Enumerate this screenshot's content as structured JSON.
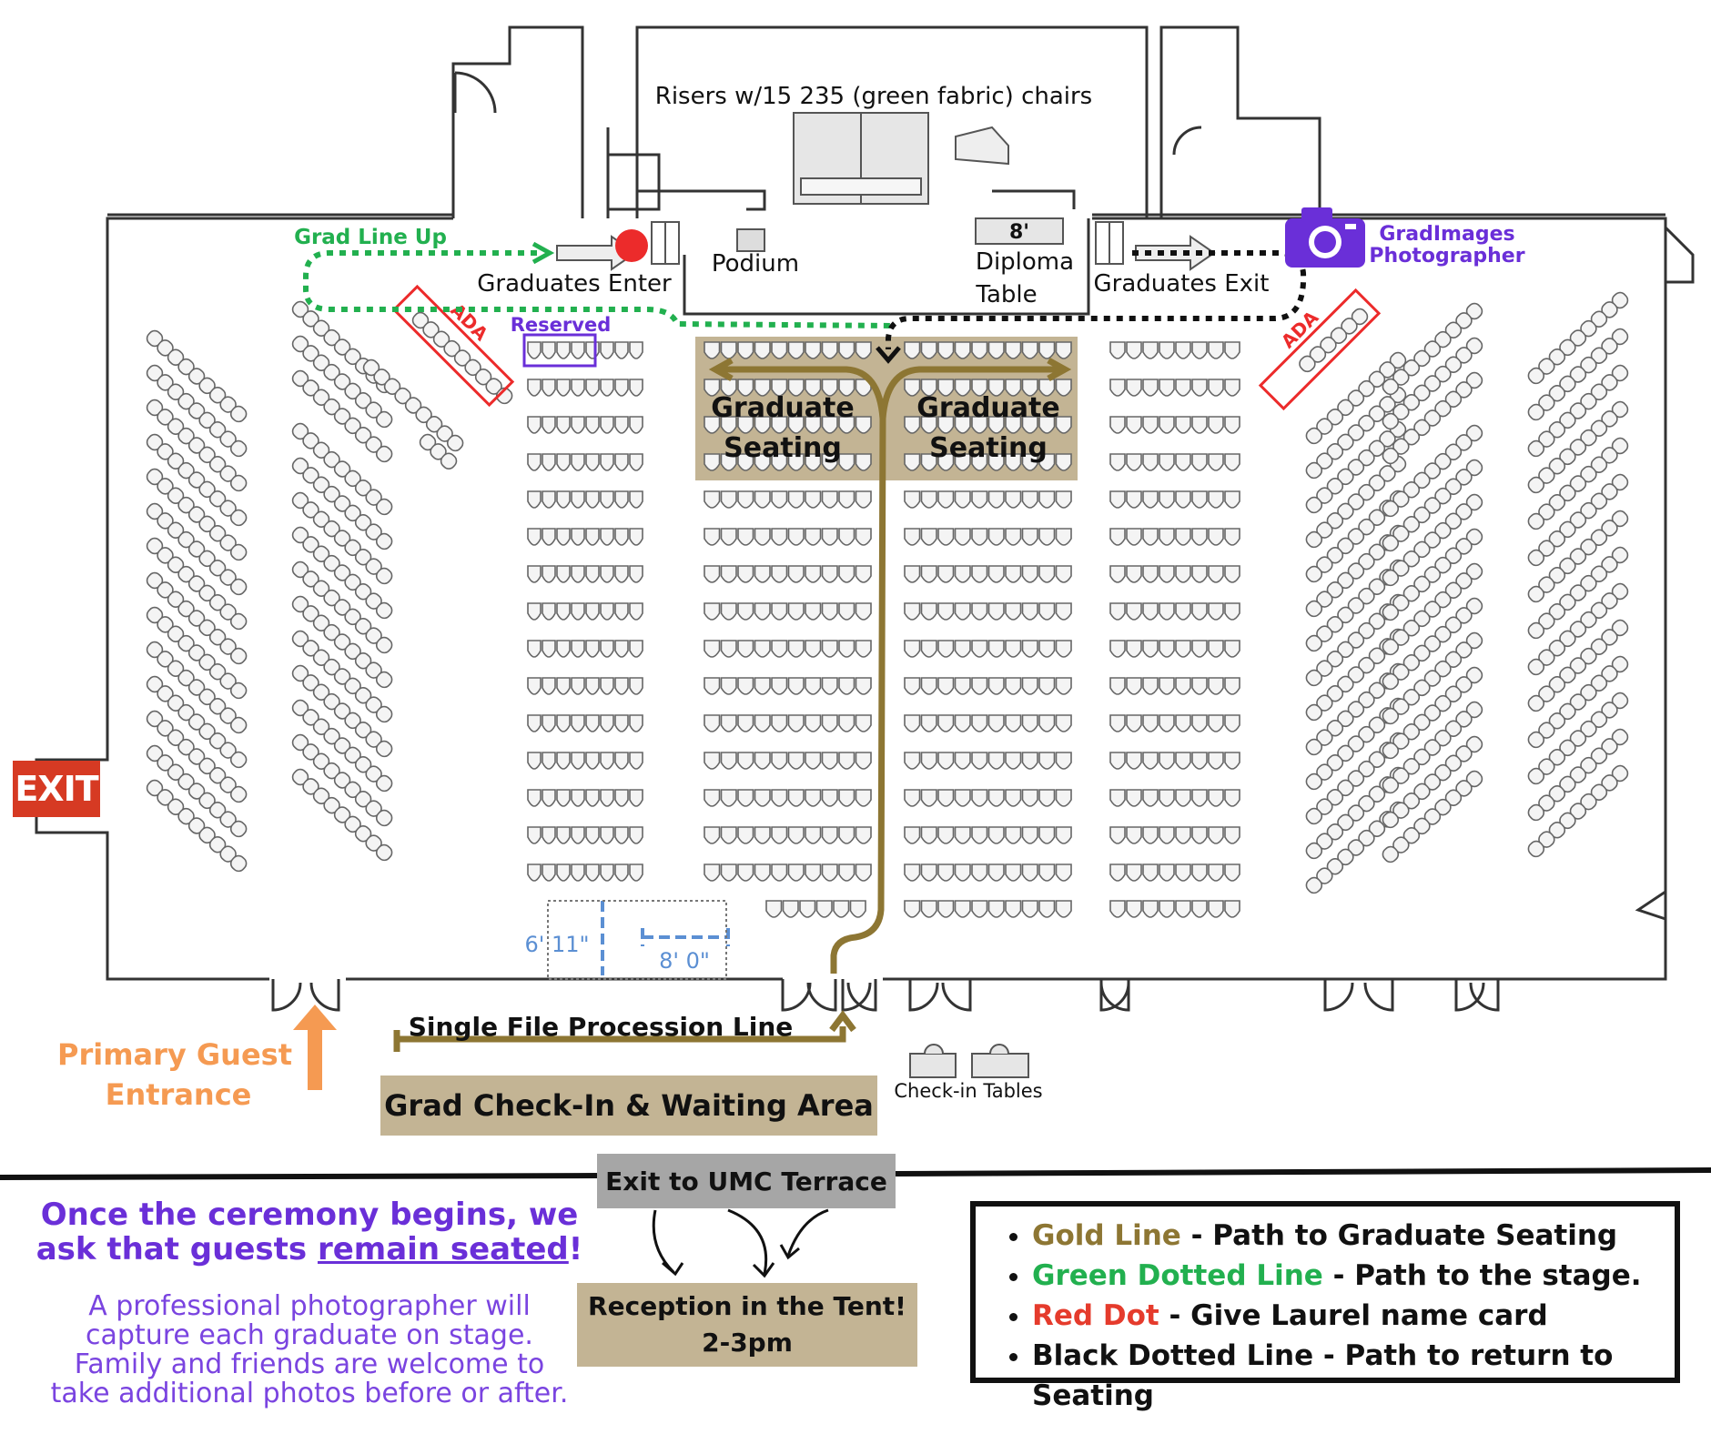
{
  "stage": {
    "risers_label": "Risers w/15 235 (green fabric) chairs",
    "podium_label": "Podium",
    "diploma_size": "8'",
    "diploma_label_1": "Diploma",
    "diploma_label_2": "Table",
    "graduates_enter": "Graduates Enter",
    "graduates_exit": "Graduates Exit"
  },
  "labels": {
    "grad_line_up": "Grad Line Up",
    "photographer_1": "GradImages",
    "photographer_2": "Photographer",
    "reserved": "Reserved",
    "ada": "ADA",
    "graduate_seating_1": "Graduate",
    "graduate_seating_2": "Seating",
    "dim_height": "6' 11\"",
    "dim_width": "8' 0\"",
    "exit": "EXIT",
    "primary_entrance_1": "Primary Guest",
    "primary_entrance_2": "Entrance",
    "procession_line": "Single File Procession Line",
    "check_in_tables": "Check-in Tables",
    "waiting_area": "Grad Check-In & Waiting Area",
    "umc_terrace": "Exit to UMC Terrace",
    "reception_1": "Reception in the Tent!",
    "reception_2": "2-3pm"
  },
  "notice": {
    "line1": "Once the ceremony begins, we",
    "line2_pre": "ask that guests ",
    "line2_u": "remain seated",
    "line2_post": "!",
    "photo_1": "A professional photographer will",
    "photo_2": "capture each graduate on stage.",
    "photo_3": "Family and friends are welcome to",
    "photo_4": "take additional photos before or after."
  },
  "legend": [
    {
      "key": "Gold Line",
      "desc": " - Path to Graduate Seating",
      "color": "#8d7633"
    },
    {
      "key": "Green Dotted Line",
      "desc": " - Path to the stage.",
      "color": "#22b04f"
    },
    {
      "key": "Red Dot",
      "desc": " - Give Laurel name card",
      "color": "#e53b2c"
    },
    {
      "key": "Black Dotted Line",
      "desc": " - Path to return to Seating",
      "color": "#111111"
    }
  ],
  "colors": {
    "gold": "#8d7633",
    "green": "#22b04f",
    "red": "#ec2b2b",
    "purple": "#6a2fd8",
    "orange": "#f59a52",
    "seating_fill": "#c3b494"
  },
  "icons": {
    "photographer": "camera-icon",
    "red_dot": "red-dot-icon"
  }
}
